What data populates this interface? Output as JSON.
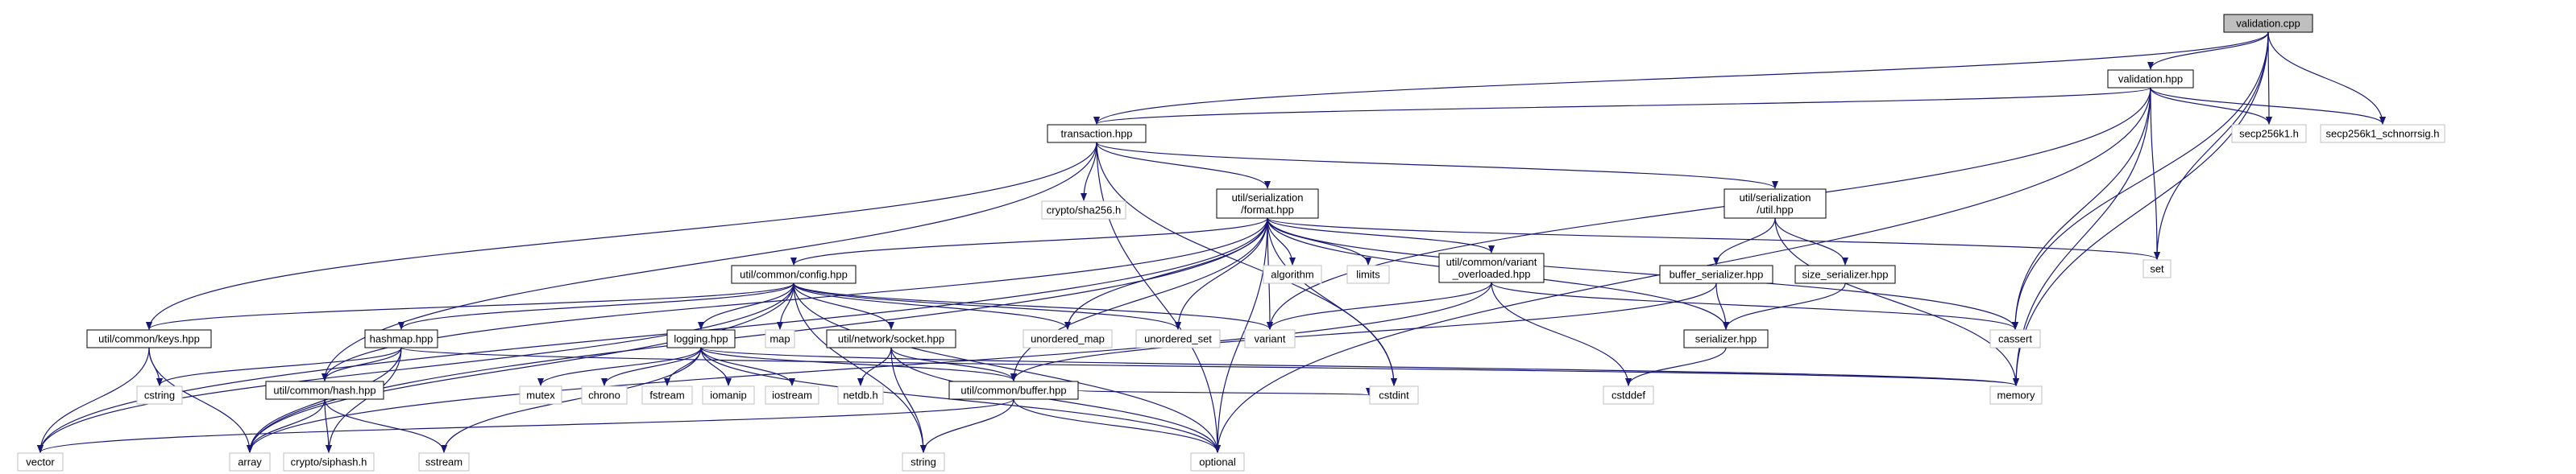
{
  "colors": {
    "edge": "#191970",
    "root_fill": "#bfbfbf",
    "ext_border": "#bfbfbf",
    "int_border": "#000000"
  },
  "nodes": [
    {
      "id": "validation_cpp",
      "lines": [
        "validation.cpp"
      ],
      "kind": "root"
    },
    {
      "id": "validation_hpp",
      "lines": [
        "validation.hpp"
      ],
      "kind": "int"
    },
    {
      "id": "transaction_hpp",
      "lines": [
        "transaction.hpp"
      ],
      "kind": "int"
    },
    {
      "id": "secp256k1_h",
      "lines": [
        "secp256k1.h"
      ],
      "kind": "ext"
    },
    {
      "id": "secp_schnorr",
      "lines": [
        "secp256k1_schnorrsig.h"
      ],
      "kind": "ext"
    },
    {
      "id": "crypto_sha256",
      "lines": [
        "crypto/sha256.h"
      ],
      "kind": "ext"
    },
    {
      "id": "ser_format",
      "lines": [
        "util/serialization",
        "/format.hpp"
      ],
      "kind": "int"
    },
    {
      "id": "ser_util",
      "lines": [
        "util/serialization",
        "/util.hpp"
      ],
      "kind": "int"
    },
    {
      "id": "set",
      "lines": [
        "set"
      ],
      "kind": "ext"
    },
    {
      "id": "config",
      "lines": [
        "util/common/config.hpp"
      ],
      "kind": "int"
    },
    {
      "id": "algorithm",
      "lines": [
        "algorithm"
      ],
      "kind": "ext"
    },
    {
      "id": "limits",
      "lines": [
        "limits"
      ],
      "kind": "ext"
    },
    {
      "id": "variant_ov",
      "lines": [
        "util/common/variant",
        "_overloaded.hpp"
      ],
      "kind": "int"
    },
    {
      "id": "buffer_ser",
      "lines": [
        "buffer_serializer.hpp"
      ],
      "kind": "int"
    },
    {
      "id": "size_ser",
      "lines": [
        "size_serializer.hpp"
      ],
      "kind": "int"
    },
    {
      "id": "keys",
      "lines": [
        "util/common/keys.hpp"
      ],
      "kind": "int"
    },
    {
      "id": "hashmap",
      "lines": [
        "hashmap.hpp"
      ],
      "kind": "int"
    },
    {
      "id": "logging",
      "lines": [
        "logging.hpp"
      ],
      "kind": "int"
    },
    {
      "id": "map",
      "lines": [
        "map"
      ],
      "kind": "ext"
    },
    {
      "id": "socket",
      "lines": [
        "util/network/socket.hpp"
      ],
      "kind": "int"
    },
    {
      "id": "unordered_map",
      "lines": [
        "unordered_map"
      ],
      "kind": "ext"
    },
    {
      "id": "unordered_set",
      "lines": [
        "unordered_set"
      ],
      "kind": "ext"
    },
    {
      "id": "variant",
      "lines": [
        "variant"
      ],
      "kind": "ext"
    },
    {
      "id": "cassert",
      "lines": [
        "cassert"
      ],
      "kind": "ext"
    },
    {
      "id": "serializer",
      "lines": [
        "serializer.hpp"
      ],
      "kind": "int"
    },
    {
      "id": "cstring",
      "lines": [
        "cstring"
      ],
      "kind": "ext"
    },
    {
      "id": "hash",
      "lines": [
        "util/common/hash.hpp"
      ],
      "kind": "int"
    },
    {
      "id": "mutex",
      "lines": [
        "mutex"
      ],
      "kind": "ext"
    },
    {
      "id": "chrono",
      "lines": [
        "chrono"
      ],
      "kind": "ext"
    },
    {
      "id": "fstream",
      "lines": [
        "fstream"
      ],
      "kind": "ext"
    },
    {
      "id": "iomanip",
      "lines": [
        "iomanip"
      ],
      "kind": "ext"
    },
    {
      "id": "iostream",
      "lines": [
        "iostream"
      ],
      "kind": "ext"
    },
    {
      "id": "netdb",
      "lines": [
        "netdb.h"
      ],
      "kind": "ext"
    },
    {
      "id": "buffer",
      "lines": [
        "util/common/buffer.hpp"
      ],
      "kind": "int"
    },
    {
      "id": "cstdint",
      "lines": [
        "cstdint"
      ],
      "kind": "ext"
    },
    {
      "id": "memory",
      "lines": [
        "memory"
      ],
      "kind": "ext"
    },
    {
      "id": "cstddef",
      "lines": [
        "cstddef"
      ],
      "kind": "ext"
    },
    {
      "id": "vector",
      "lines": [
        "vector"
      ],
      "kind": "ext"
    },
    {
      "id": "array",
      "lines": [
        "array"
      ],
      "kind": "ext"
    },
    {
      "id": "crypto_siphash",
      "lines": [
        "crypto/siphash.h"
      ],
      "kind": "ext"
    },
    {
      "id": "sstream",
      "lines": [
        "sstream"
      ],
      "kind": "ext"
    },
    {
      "id": "string",
      "lines": [
        "string"
      ],
      "kind": "ext"
    },
    {
      "id": "optional",
      "lines": [
        "optional"
      ],
      "kind": "ext"
    }
  ],
  "edges": [
    [
      "validation_cpp",
      "validation_hpp"
    ],
    [
      "validation_cpp",
      "transaction_hpp"
    ],
    [
      "validation_cpp",
      "secp256k1_h"
    ],
    [
      "validation_cpp",
      "secp_schnorr"
    ],
    [
      "validation_cpp",
      "set"
    ],
    [
      "validation_cpp",
      "cassert"
    ],
    [
      "validation_cpp",
      "memory"
    ],
    [
      "validation_hpp",
      "transaction_hpp"
    ],
    [
      "validation_hpp",
      "secp256k1_h"
    ],
    [
      "validation_hpp",
      "secp_schnorr"
    ],
    [
      "validation_hpp",
      "set"
    ],
    [
      "validation_hpp",
      "cassert"
    ],
    [
      "validation_hpp",
      "memory"
    ],
    [
      "validation_hpp",
      "optional"
    ],
    [
      "validation_hpp",
      "variant"
    ],
    [
      "transaction_hpp",
      "crypto_sha256"
    ],
    [
      "transaction_hpp",
      "ser_format"
    ],
    [
      "transaction_hpp",
      "ser_util"
    ],
    [
      "transaction_hpp",
      "keys"
    ],
    [
      "transaction_hpp",
      "hash"
    ],
    [
      "transaction_hpp",
      "cstdint"
    ],
    [
      "transaction_hpp",
      "optional"
    ],
    [
      "ser_format",
      "config"
    ],
    [
      "ser_format",
      "algorithm"
    ],
    [
      "ser_format",
      "limits"
    ],
    [
      "ser_format",
      "variant_ov"
    ],
    [
      "ser_format",
      "serializer"
    ],
    [
      "ser_format",
      "set"
    ],
    [
      "ser_format",
      "cassert"
    ],
    [
      "ser_format",
      "unordered_map"
    ],
    [
      "ser_format",
      "unordered_set"
    ],
    [
      "ser_format",
      "variant"
    ],
    [
      "ser_format",
      "buffer"
    ],
    [
      "ser_format",
      "hash"
    ],
    [
      "ser_format",
      "cstdint"
    ],
    [
      "ser_format",
      "optional"
    ],
    [
      "ser_format",
      "vector"
    ],
    [
      "ser_format",
      "array"
    ],
    [
      "ser_util",
      "buffer_ser"
    ],
    [
      "ser_util",
      "size_ser"
    ],
    [
      "ser_util",
      "memory"
    ],
    [
      "buffer_ser",
      "serializer"
    ],
    [
      "buffer_ser",
      "buffer"
    ],
    [
      "size_ser",
      "serializer"
    ],
    [
      "serializer",
      "cstddef"
    ],
    [
      "variant_ov",
      "variant"
    ],
    [
      "variant_ov",
      "cassert"
    ],
    [
      "variant_ov",
      "cstddef"
    ],
    [
      "variant_ov",
      "array"
    ],
    [
      "config",
      "keys"
    ],
    [
      "config",
      "hashmap"
    ],
    [
      "config",
      "logging"
    ],
    [
      "config",
      "map"
    ],
    [
      "config",
      "socket"
    ],
    [
      "config",
      "unordered_map"
    ],
    [
      "config",
      "unordered_set"
    ],
    [
      "config",
      "variant"
    ],
    [
      "config",
      "optional"
    ],
    [
      "config",
      "string"
    ],
    [
      "config",
      "array"
    ],
    [
      "config",
      "vector"
    ],
    [
      "keys",
      "cstring"
    ],
    [
      "keys",
      "vector"
    ],
    [
      "keys",
      "array"
    ],
    [
      "hashmap",
      "cstring"
    ],
    [
      "hashmap",
      "hash"
    ],
    [
      "hashmap",
      "array"
    ],
    [
      "hashmap",
      "crypto_siphash"
    ],
    [
      "hashmap",
      "memory"
    ],
    [
      "logging",
      "mutex"
    ],
    [
      "logging",
      "chrono"
    ],
    [
      "logging",
      "fstream"
    ],
    [
      "logging",
      "iomanip"
    ],
    [
      "logging",
      "iostream"
    ],
    [
      "logging",
      "sstream"
    ],
    [
      "logging",
      "buffer"
    ],
    [
      "logging",
      "memory"
    ],
    [
      "logging",
      "optional"
    ],
    [
      "socket",
      "netdb"
    ],
    [
      "socket",
      "buffer"
    ],
    [
      "socket",
      "string"
    ],
    [
      "socket",
      "optional"
    ],
    [
      "hash",
      "array"
    ],
    [
      "hash",
      "crypto_siphash"
    ],
    [
      "hash",
      "sstream"
    ],
    [
      "buffer",
      "vector"
    ],
    [
      "buffer",
      "string"
    ],
    [
      "buffer",
      "optional"
    ],
    [
      "buffer",
      "cstdint"
    ]
  ]
}
